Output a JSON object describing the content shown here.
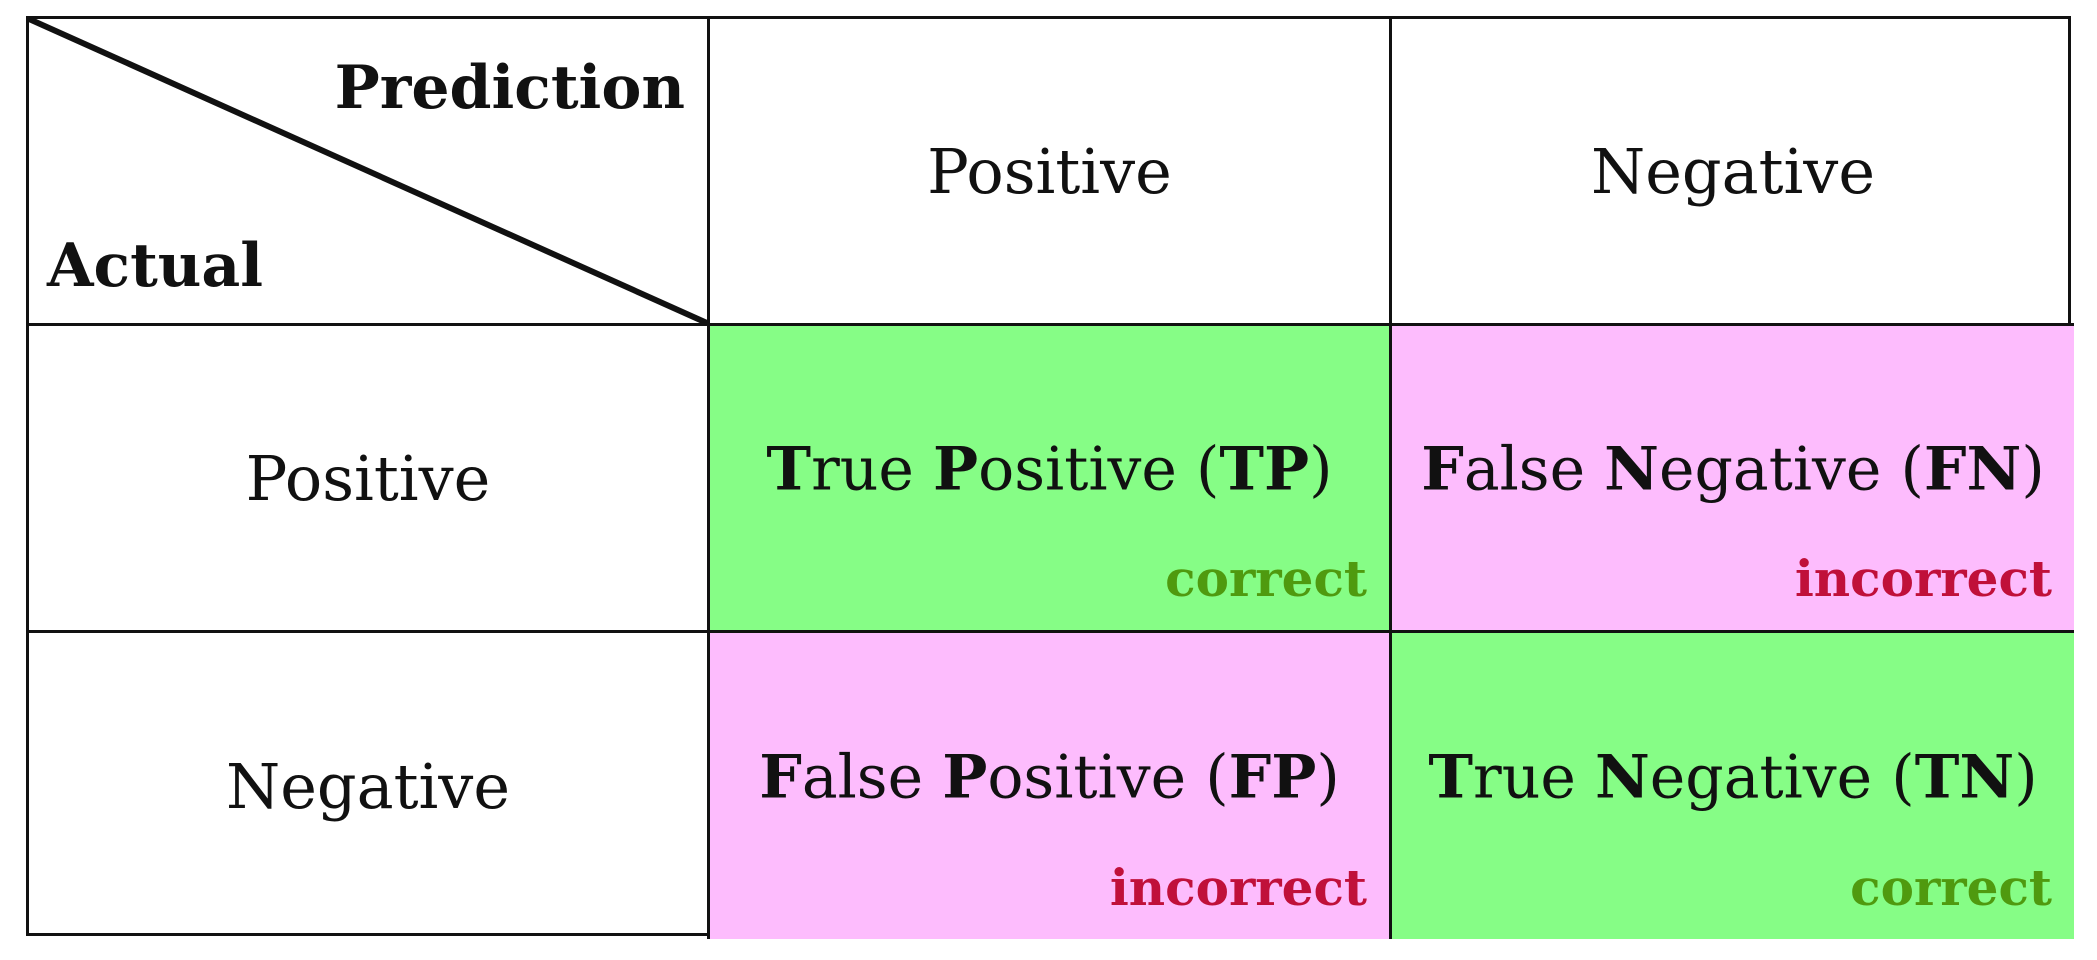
{
  "corner": {
    "prediction_label": "Prediction",
    "actual_label": "Actual"
  },
  "columns": [
    "Positive",
    "Negative"
  ],
  "rows": [
    "Positive",
    "Negative"
  ],
  "cells": {
    "tp": {
      "first_initial": "T",
      "first_rest": "rue",
      "second_initial": "P",
      "second_rest": "ositive",
      "abbr": "TP",
      "verdict": "correct",
      "fill": "#86fd86",
      "verdict_color": "#4f9a0f"
    },
    "fn": {
      "first_initial": "F",
      "first_rest": "alse",
      "second_initial": "N",
      "second_rest": "egative",
      "abbr": "FN",
      "verdict": "incorrect",
      "fill": "#fdbcfd",
      "verdict_color": "#c0103a"
    },
    "fp": {
      "first_initial": "F",
      "first_rest": "alse",
      "second_initial": "P",
      "second_rest": "ositive",
      "abbr": "FP",
      "verdict": "incorrect",
      "fill": "#fdbcfd",
      "verdict_color": "#c0103a"
    },
    "tn": {
      "first_initial": "T",
      "first_rest": "rue",
      "second_initial": "N",
      "second_rest": "egative",
      "abbr": "TN",
      "verdict": "correct",
      "fill": "#86fd86",
      "verdict_color": "#4f9a0f"
    }
  }
}
